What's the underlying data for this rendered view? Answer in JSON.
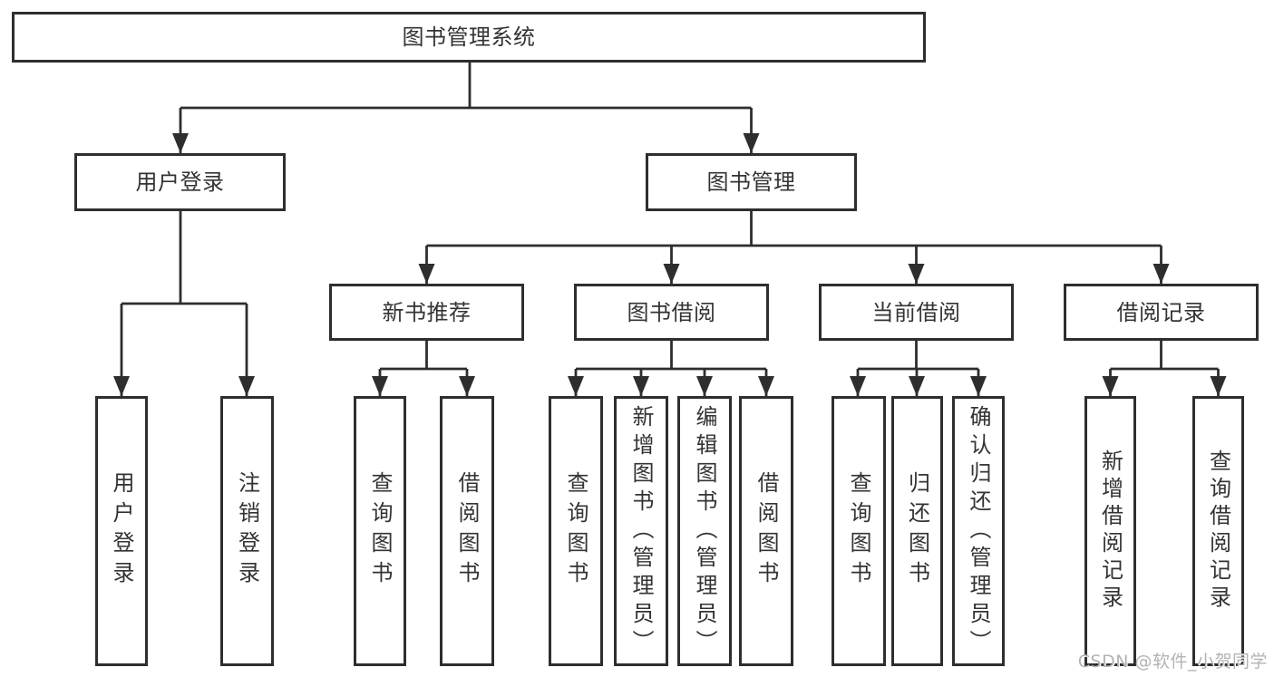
{
  "colors": {
    "line": "#2e2e2e",
    "text": "#333333",
    "watermark": "#b3b3b3"
  },
  "watermark": "CSDN @软件_小贺同学",
  "tree": {
    "root": "图书管理系统",
    "branches": [
      {
        "label": "用户登录",
        "children": [
          "用户登录",
          "注销登录"
        ]
      },
      {
        "label": "图书管理",
        "groups": [
          {
            "label": "新书推荐",
            "children": [
              "查询图书",
              "借阅图书"
            ]
          },
          {
            "label": "图书借阅",
            "children": [
              "查询图书",
              "新增图书（管理员）",
              "编辑图书（管理员）",
              "借阅图书"
            ]
          },
          {
            "label": "当前借阅",
            "children": [
              "查询图书",
              "归还图书",
              "确认归还（管理员）"
            ]
          },
          {
            "label": "借阅记录",
            "children": [
              "新增借阅记录",
              "查询借阅记录"
            ]
          }
        ]
      }
    ]
  }
}
